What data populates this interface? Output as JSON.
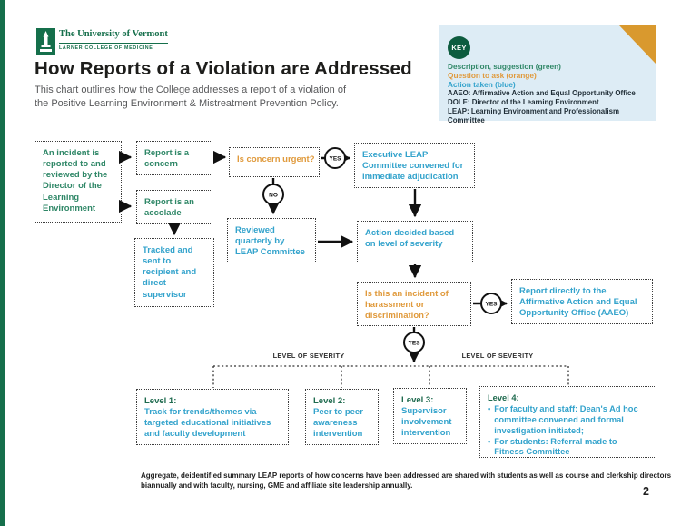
{
  "colors": {
    "uvm_green": "#156f4b",
    "description_green": "#2f8767",
    "question_orange": "#e09a3c",
    "action_blue": "#33a3cc",
    "key_background": "#ddecf5",
    "fold_gold": "#d9992e"
  },
  "header": {
    "logo": {
      "institution": "The University of Vermont",
      "college": "LARNER COLLEGE OF MEDICINE"
    },
    "title": "How Reports of a Violation are Addressed",
    "subtitle_line1": "This chart outlines how the College addresses a report of a violation of",
    "subtitle_line2": "the Positive Learning Environment & Mistreatment Prevention Policy."
  },
  "key": {
    "badge": "KEY",
    "legend": {
      "green": "Description, suggestion (green)",
      "orange": "Question to ask (orange)",
      "blue": "Action taken (blue)"
    },
    "abbreviations": {
      "aaeo": "AAEO: Affirmative Action and Equal Opportunity Office",
      "dole": "DOLE: Director of the Learning Environment",
      "leap": "LEAP: Learning Environment and Professionalism Committee"
    }
  },
  "flowchart": {
    "nodes": {
      "incident": "An incident is reported to and reviewed by the Director of the Learning Environment",
      "concern": "Report is a concern",
      "accolade": "Report is an accolade",
      "urgent": "Is concern urgent?",
      "exec_leap": "Executive LEAP Committee convened for immediate adjudication",
      "reviewed": "Reviewed quarterly by LEAP Committee",
      "tracked": "Tracked and sent to recipient and direct supervisor",
      "action": "Action decided based on level of severity",
      "harassment": "Is this an incident of harassment or discrimination?",
      "aaeo": "Report directly to the Affirmative Action and Equal Opportunity Office (AAEO)"
    },
    "connectors": {
      "yes": "YES",
      "no": "NO"
    },
    "severity_label": "LEVEL OF SEVERITY",
    "levels": [
      {
        "label": "Level 1:",
        "text": "Track for trends/themes via targeted educational initiatives and faculty development"
      },
      {
        "label": "Level 2:",
        "text": "Peer to peer awareness intervention"
      },
      {
        "label": "Level 3:",
        "text": "Supervisor involvement intervention"
      },
      {
        "label": "Level 4:",
        "bullets": [
          "For faculty and staff: Dean's Ad hoc committee convened and formal investigation initiated;",
          "For students: Referral made to Fitness Committee"
        ]
      }
    ]
  },
  "footer": {
    "note_line1": "Aggregate, deidentified summary LEAP reports of how concerns have been addressed are shared with students as well as course and clerkship directors",
    "note_line2": "biannually and with faculty, nursing, GME and affiliate site leadership annually.",
    "page_number": "2"
  }
}
